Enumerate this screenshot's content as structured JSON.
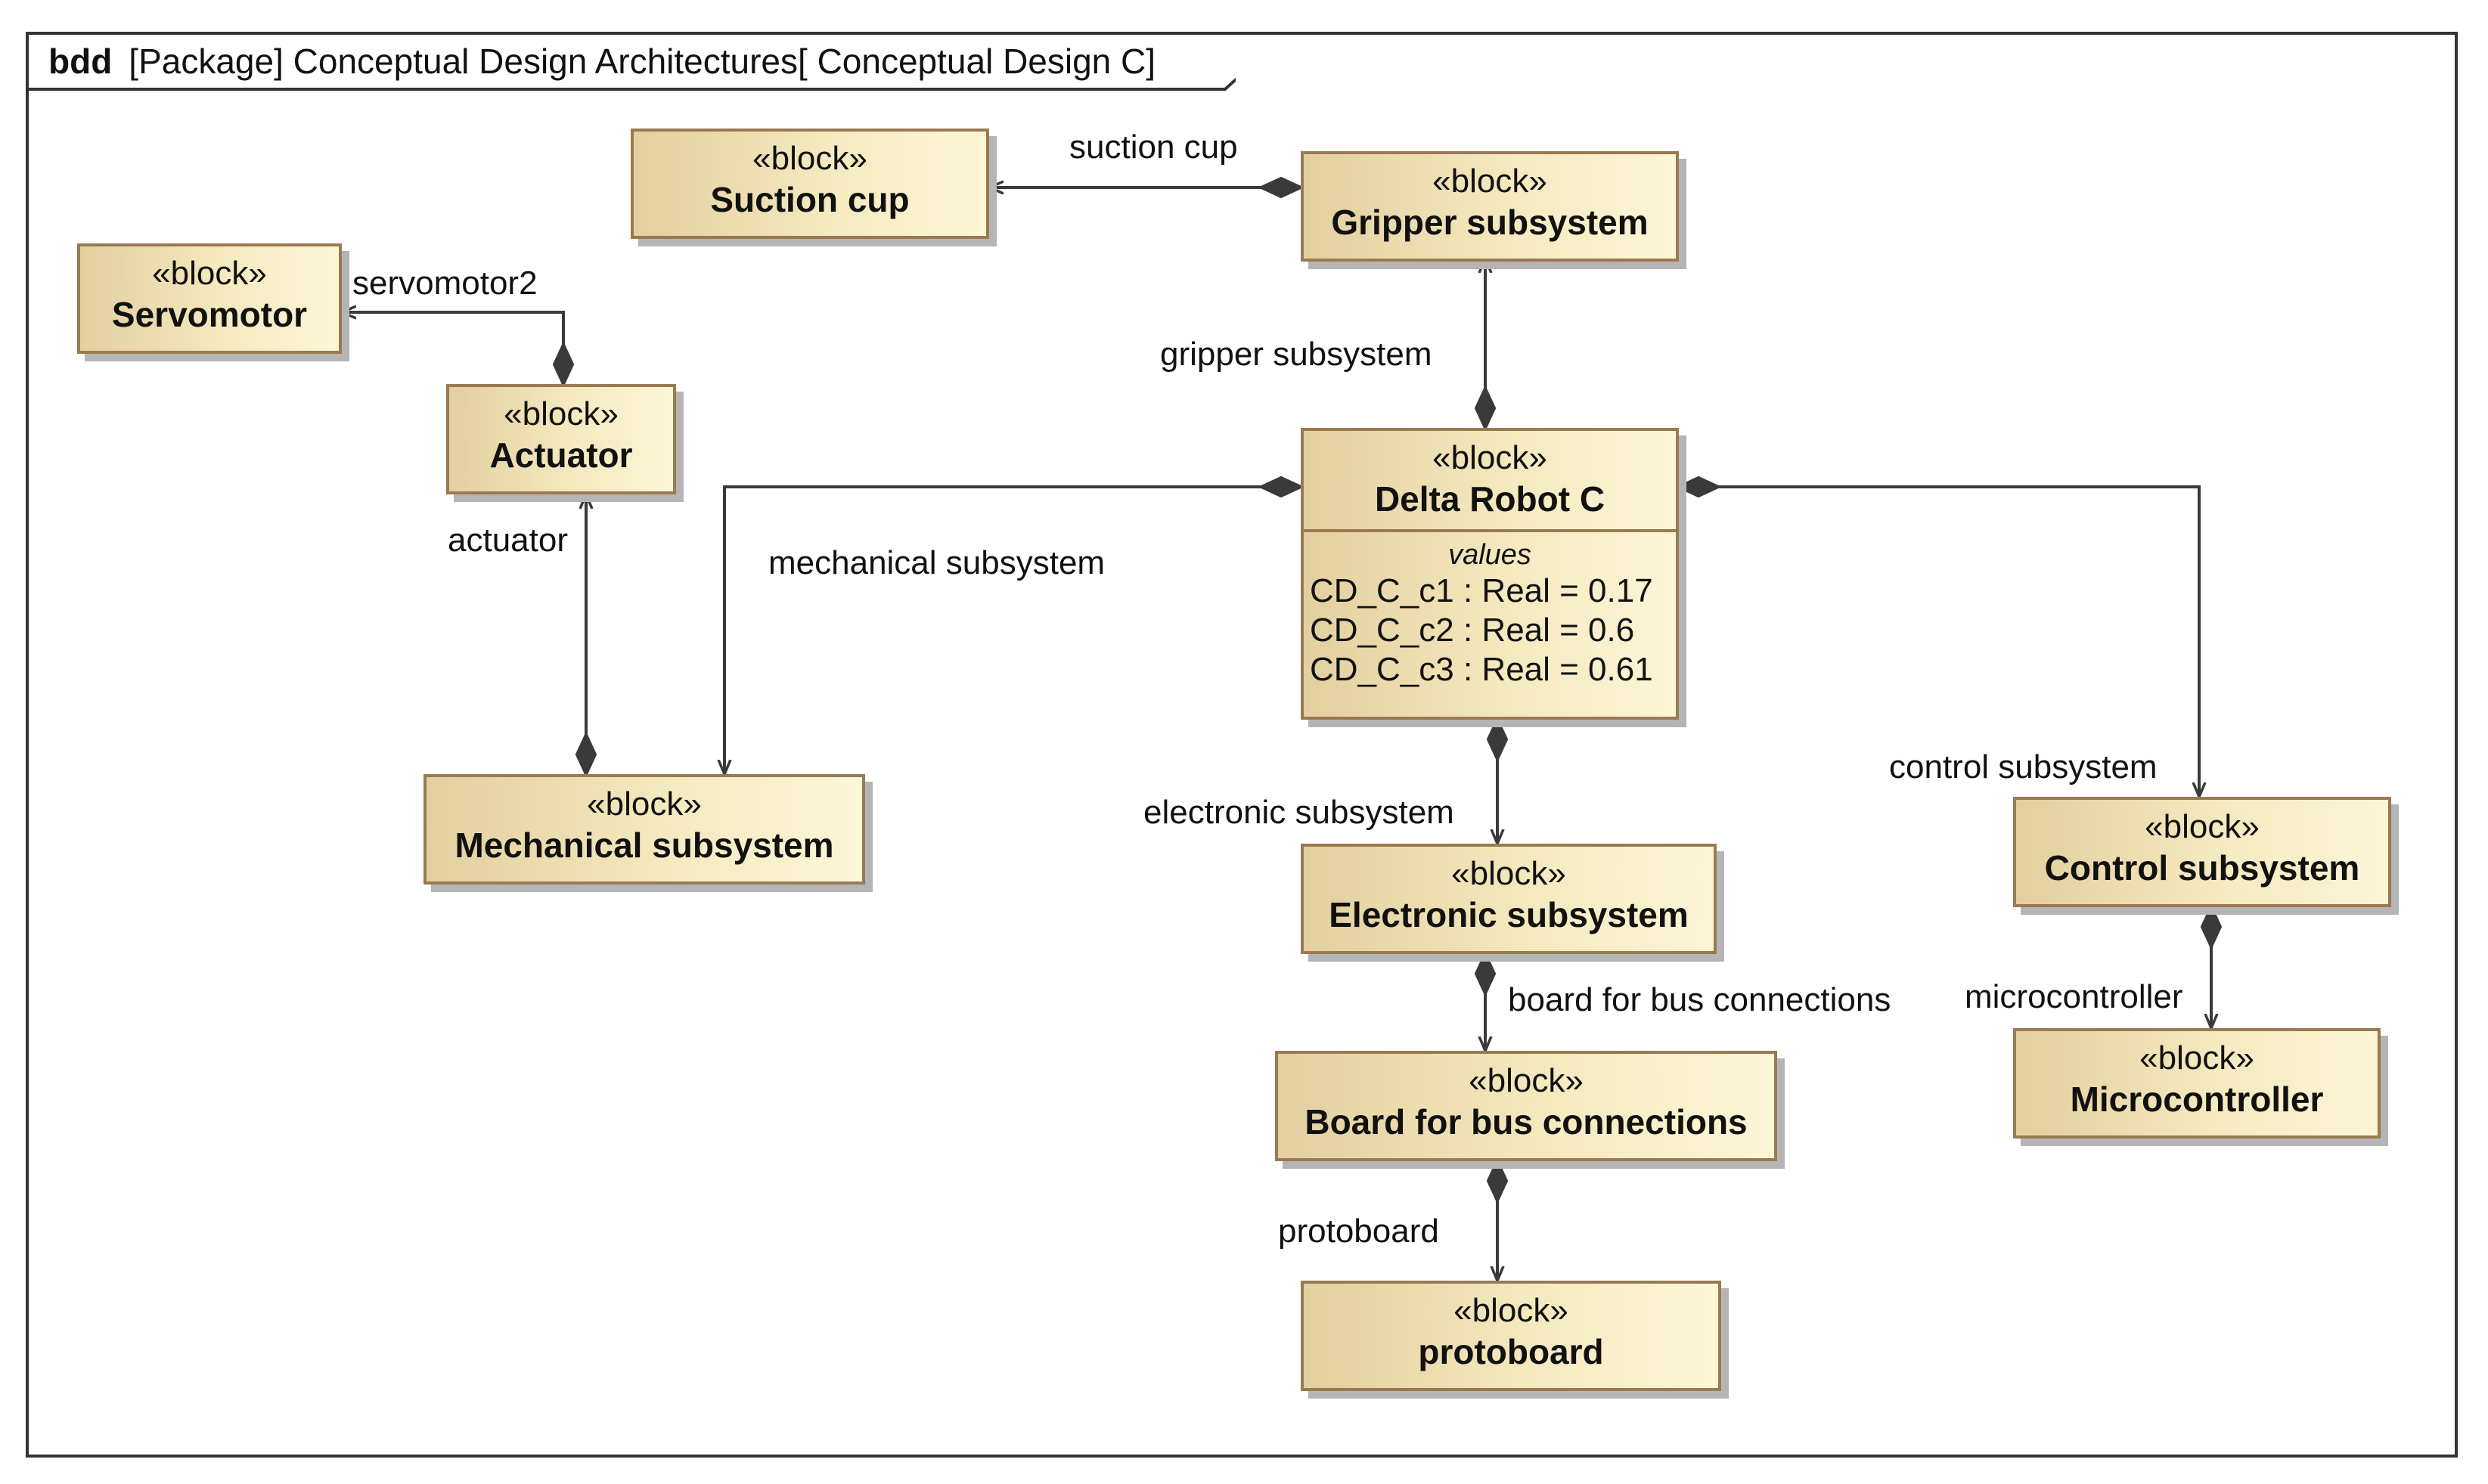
{
  "frame": {
    "kind": "bdd",
    "title": "[Package] Conceptual Design Architectures[ Conceptual Design C]"
  },
  "blocks": {
    "suction_cup": {
      "stereotype": "«block»",
      "name": "Suction cup"
    },
    "gripper": {
      "stereotype": "«block»",
      "name": "Gripper subsystem"
    },
    "servomotor": {
      "stereotype": "«block»",
      "name": "Servomotor"
    },
    "actuator": {
      "stereotype": "«block»",
      "name": "Actuator"
    },
    "delta_robot": {
      "stereotype": "«block»",
      "name": "Delta Robot C",
      "compartment_title": "values",
      "values": [
        "CD_C_c1 : Real = 0.17",
        "CD_C_c2 : Real = 0.6",
        "CD_C_c3 : Real = 0.61"
      ]
    },
    "mechanical": {
      "stereotype": "«block»",
      "name": "Mechanical subsystem"
    },
    "electronic": {
      "stereotype": "«block»",
      "name": "Electronic subsystem"
    },
    "control": {
      "stereotype": "«block»",
      "name": "Control subsystem"
    },
    "microcontroller": {
      "stereotype": "«block»",
      "name": "Microcontroller"
    },
    "board": {
      "stereotype": "«block»",
      "name": "Board for bus connections"
    },
    "protoboard": {
      "stereotype": "«block»",
      "name": "protoboard"
    }
  },
  "associations": {
    "suction_cup": "suction cup",
    "servomotor2": "servomotor2",
    "gripper_subsystem": "gripper subsystem",
    "actuator": "actuator",
    "mechanical_subsystem": "mechanical subsystem",
    "electronic_subsystem": "electronic subsystem",
    "control_subsystem": "control subsystem",
    "board_for_bus": "board for bus connections",
    "microcontroller": "microcontroller",
    "protoboard": "protoboard"
  },
  "colors": {
    "block_border": "#9a7a52",
    "block_fill_light": "#fcf6d7",
    "block_fill_dark": "#e3cf9f",
    "line": "#3a3a3a"
  }
}
